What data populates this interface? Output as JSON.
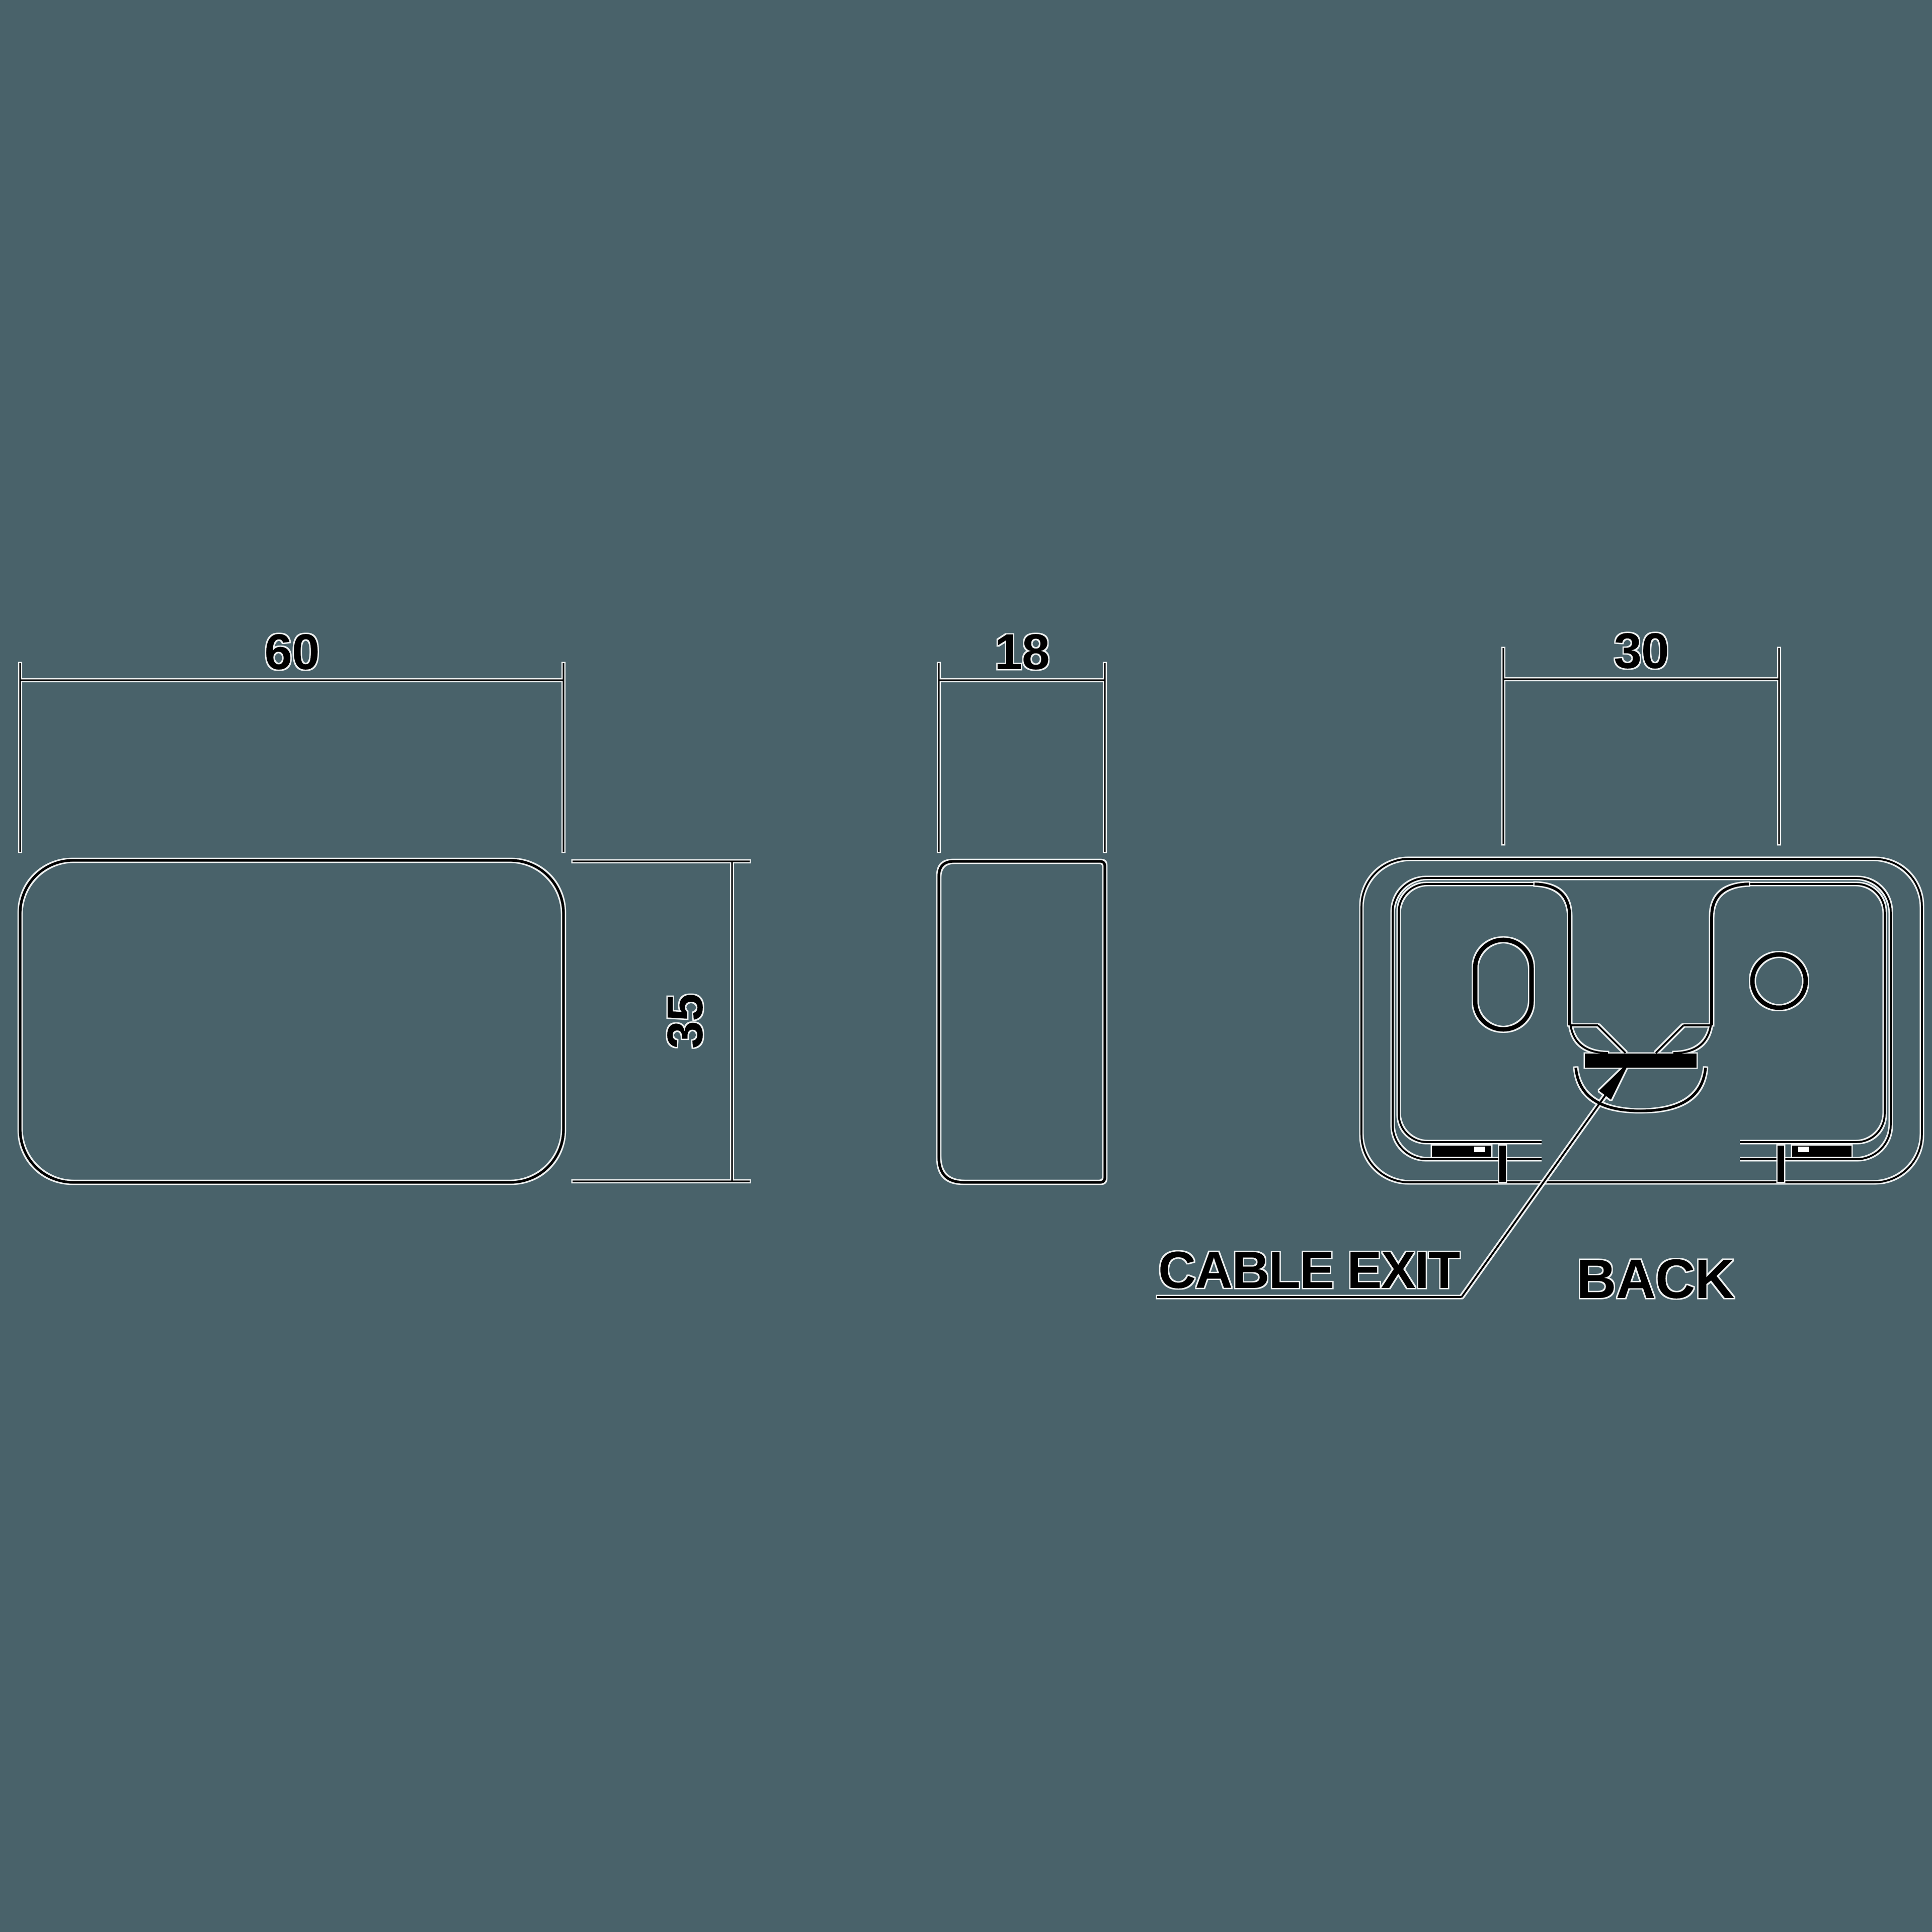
{
  "drawing": {
    "background_color": "#49626a",
    "line_color": "#000000",
    "halo_color": "#ffffff",
    "views": {
      "front": {
        "width_label": "60",
        "height_label": "35"
      },
      "side": {
        "depth_label": "18"
      },
      "back": {
        "title": "BACK",
        "hole_spacing_label": "30",
        "callout_label": "CABLE EXIT"
      }
    }
  }
}
